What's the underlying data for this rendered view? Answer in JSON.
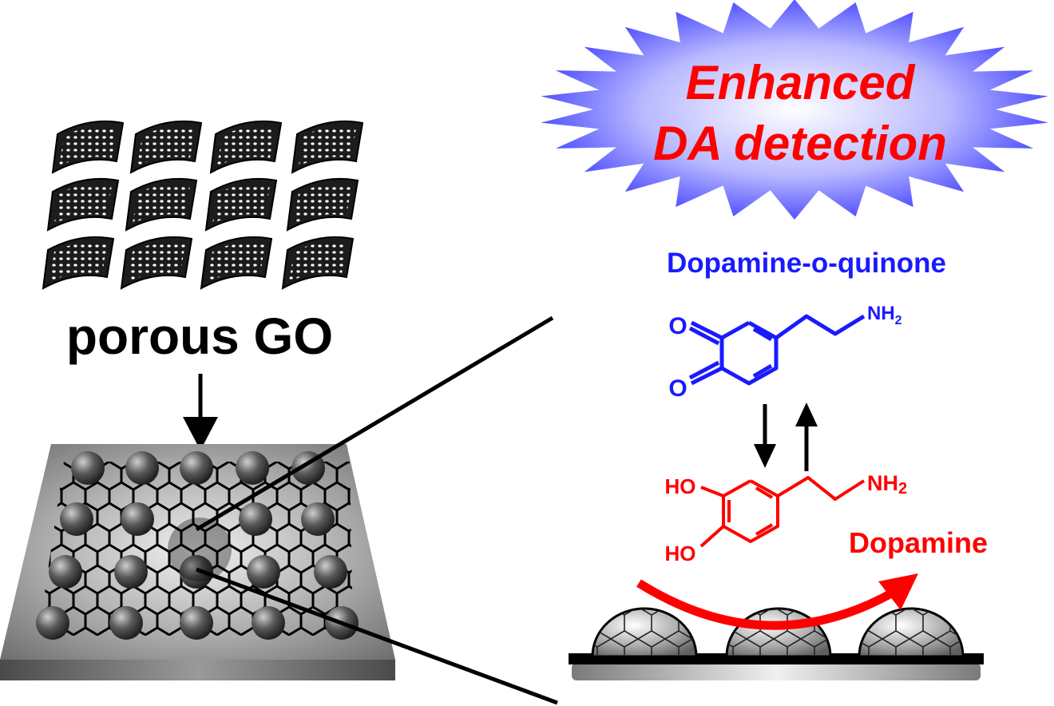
{
  "labels": {
    "porous_go": "porous GO",
    "burst_line1": "Enhanced",
    "burst_line2": "DA detection",
    "quinone_name": "Dopamine-o-quinone",
    "dopamine_name": "Dopamine",
    "nh2_main": "NH",
    "nh2_sub": "2",
    "oxygen": "O",
    "hydroxyl": "HO"
  },
  "colors": {
    "quinone": "#1a1aff",
    "dopamine": "#ff0000",
    "burst_text": "#ff0000",
    "ink": "#000000"
  },
  "reaction_arrows": [
    "down-arrow",
    "up-arrow"
  ]
}
